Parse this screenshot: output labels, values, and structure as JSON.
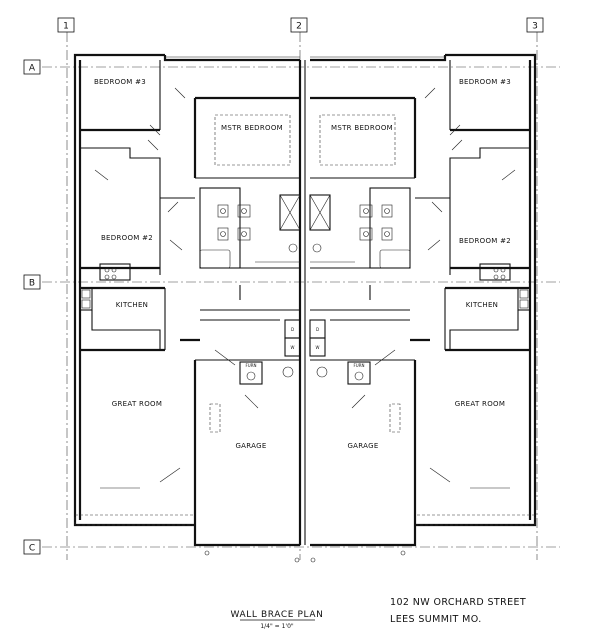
{
  "grid": {
    "columns": [
      "1",
      "2",
      "3"
    ],
    "rows": [
      "A",
      "B",
      "C"
    ]
  },
  "rooms": {
    "left": {
      "bedroom3": "BEDROOM #3",
      "master": "MSTR BEDROOM",
      "bedroom2": "BEDROOM #2",
      "kitchen": "KITCHEN",
      "great_room": "GREAT ROOM",
      "garage": "GARAGE"
    },
    "right": {
      "bedroom3": "BEDROOM #3",
      "master": "MSTR BEDROOM",
      "bedroom2": "BEDROOM #2",
      "kitchen": "KITCHEN",
      "great_room": "GREAT ROOM",
      "garage": "GARAGE"
    }
  },
  "appliances": {
    "dryer": "D",
    "washer": "W",
    "furnace": "FURN"
  },
  "title": {
    "main": "WALL BRACE PLAN",
    "scale": "1/4\" = 1'0\""
  },
  "address": {
    "line1": "102 NW ORCHARD STREET",
    "line2": "LEES SUMMIT MO."
  }
}
